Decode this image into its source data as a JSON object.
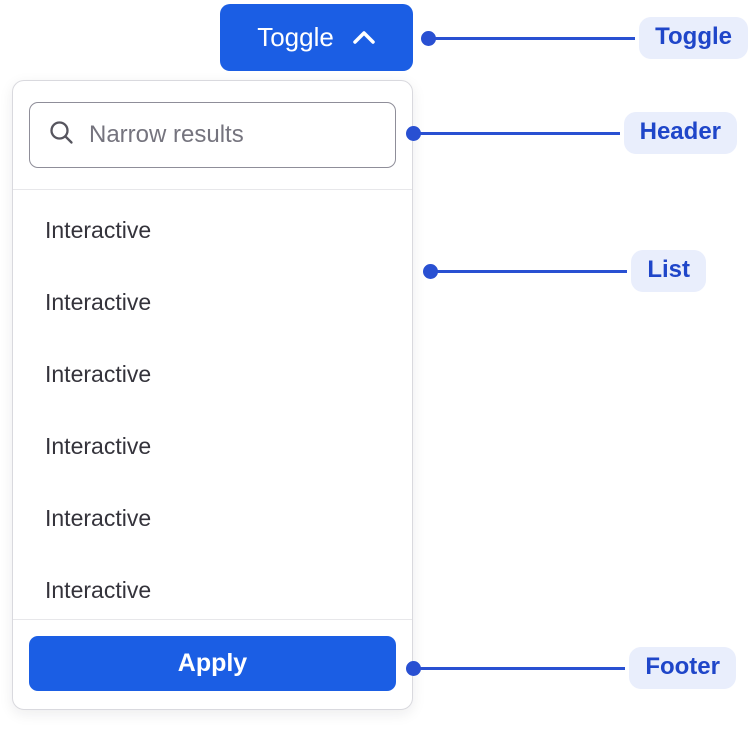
{
  "toggle_button": {
    "label": "Toggle",
    "icon": "chevron-up-icon"
  },
  "dropdown": {
    "header": {
      "search_placeholder": "Narrow results",
      "search_icon": "search-icon"
    },
    "items": [
      "Interactive",
      "Interactive",
      "Interactive",
      "Interactive",
      "Interactive",
      "Interactive"
    ],
    "footer": {
      "apply_label": "Apply"
    }
  },
  "annotations": {
    "toggle": "Toggle",
    "header": "Header",
    "list": "List",
    "footer": "Footer"
  },
  "colors": {
    "primary_blue": "#1b5ee4",
    "annotation_line_blue": "#2950d2",
    "annotation_text_blue": "#1f46c9",
    "annotation_pill_bg": "#e9eefc",
    "list_text": "#34333b",
    "placeholder_gray": "#75747e"
  }
}
